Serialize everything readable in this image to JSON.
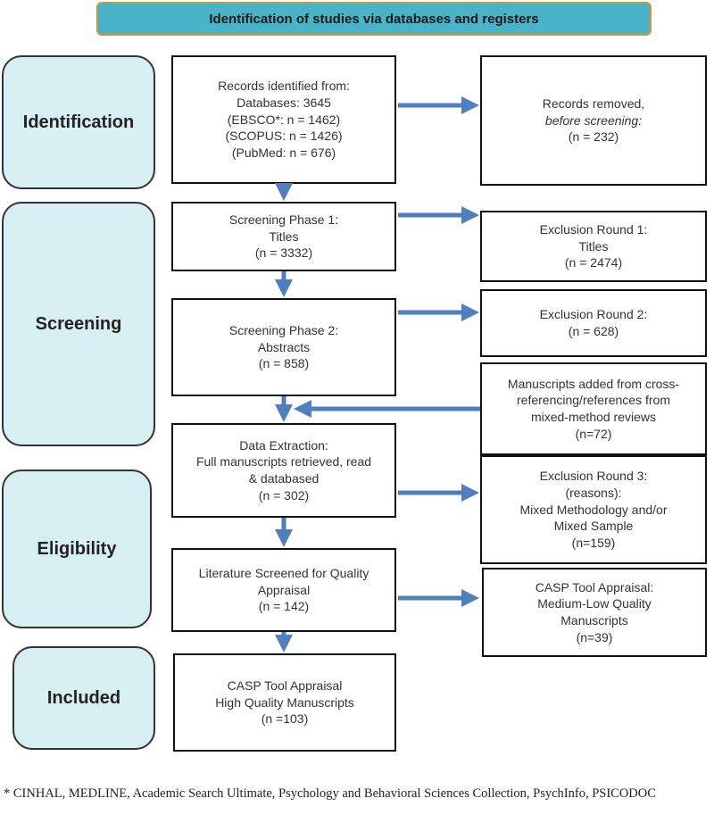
{
  "banner": {
    "title": "Identification of studies via databases and registers"
  },
  "phases": {
    "identification": "Identification",
    "screening": "Screening",
    "eligibility": "Eligibility",
    "included": "Included"
  },
  "records_identified": {
    "line1": "Records identified from:",
    "line2": "Databases: 3645",
    "line3": "(EBSCO*: n = 1462)",
    "line4": "(SCOPUS: n = 1426)",
    "line5": "(PubMed: n = 676)"
  },
  "records_removed": {
    "line1": "Records removed,",
    "line2": "before screening:",
    "line3": "(n = 232)"
  },
  "screening_phase1": {
    "line1": "Screening Phase 1:",
    "line2": "Titles",
    "line3": "(n = 3332)"
  },
  "exclusion_round1": {
    "line1": "Exclusion Round 1:",
    "line2": "Titles",
    "line3": "(n = 2474)"
  },
  "screening_phase2": {
    "line1": "Screening Phase 2:",
    "line2": "Abstracts",
    "line3": "(n = 858)"
  },
  "exclusion_round2": {
    "line1": "Exclusion Round 2:",
    "line2": "(n = 628)"
  },
  "manuscripts_added": {
    "line1": "Manuscripts added from cross-",
    "line2": "referencing/references from",
    "line3": "mixed-method reviews",
    "line4": "(n=72)"
  },
  "data_extraction": {
    "line1": "Data Extraction:",
    "line2": "Full manuscripts retrieved, read",
    "line3": "& databased",
    "line4": "(n = 302)"
  },
  "exclusion_round3": {
    "line1": "Exclusion Round 3:",
    "line2": "(reasons):",
    "line3": "Mixed Methodology and/or",
    "line4": "Mixed Sample",
    "line5": "(n=159)"
  },
  "quality_screened": {
    "line1": "Literature Screened for Quality",
    "line2": "Appraisal",
    "line3": "(n = 142)"
  },
  "casp_low": {
    "line1": "CASP Tool Appraisal:",
    "line2": "Medium-Low Quality",
    "line3": "Manuscripts",
    "line4": "(n=39)"
  },
  "casp_high": {
    "line1": "CASP Tool Appraisal",
    "line2": "High Quality Manuscripts",
    "line3": "(n =103)"
  },
  "footnote": "* CINHAL, MEDLINE, Academic Search Ultimate, Psychology and Behavioral Sciences Collection, PsychInfo, PSICODOC",
  "colors": {
    "arrow": "#4f7fbf",
    "banner": "#4bb3c8",
    "banner_border": "#c89a3c",
    "phase_fill": "#d7eef3"
  }
}
